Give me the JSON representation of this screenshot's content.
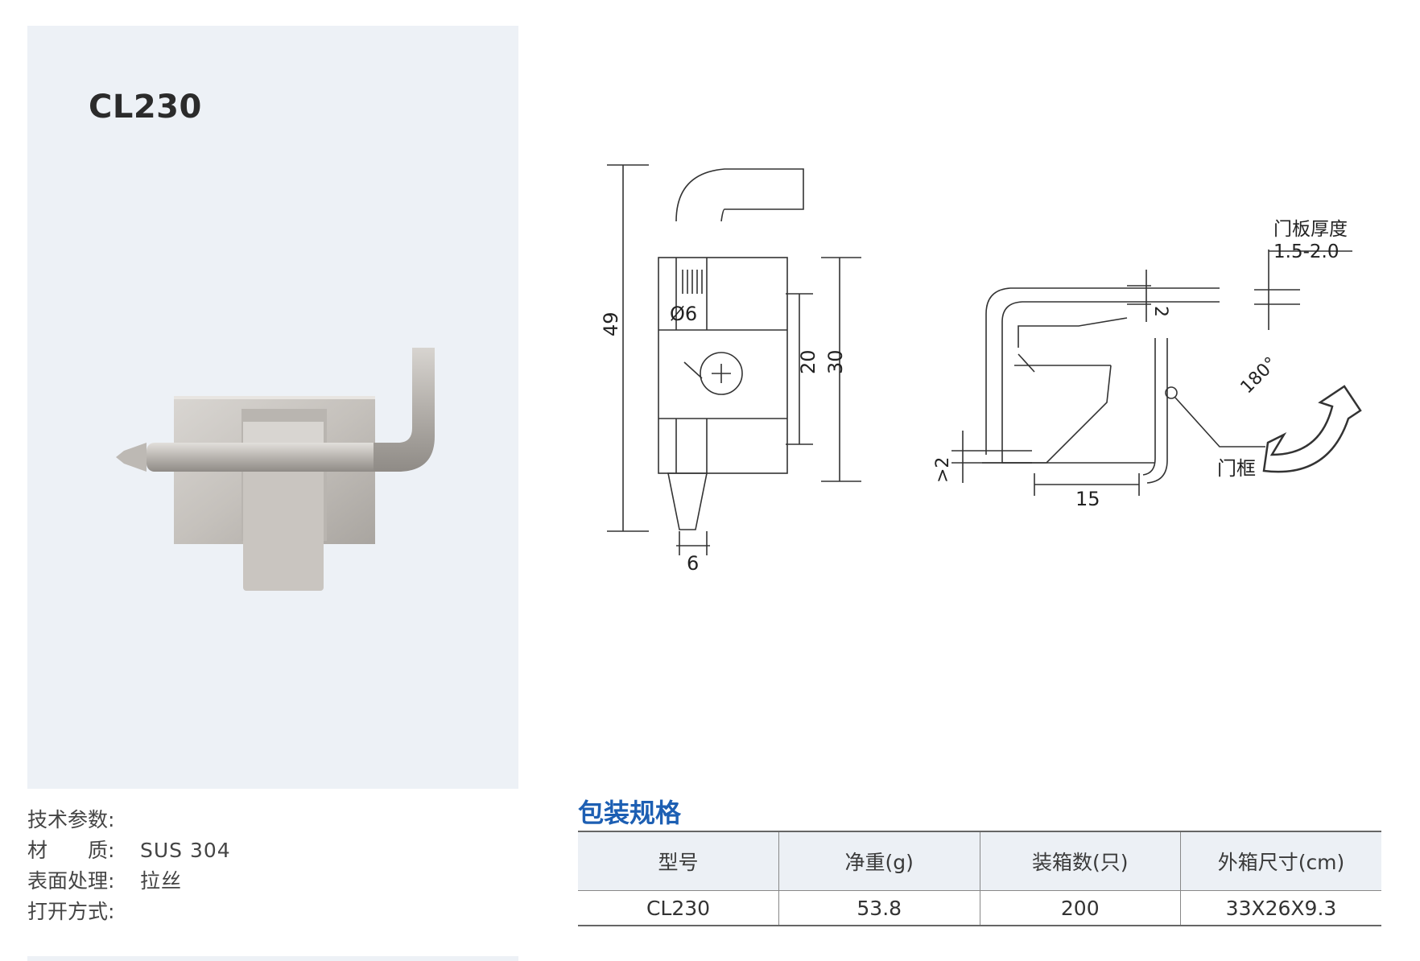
{
  "product": {
    "model": "CL230"
  },
  "specs": {
    "heading": "技术参数:",
    "rows": [
      {
        "label": "材　　质:",
        "value": "SUS 304"
      },
      {
        "label": "表面处理:",
        "value": "拉丝"
      },
      {
        "label": "打开方式:",
        "value": ""
      }
    ]
  },
  "drawing": {
    "dims": {
      "overall_height": "49",
      "hole": "Ø6",
      "width": "6",
      "inner": "20",
      "outer": "30",
      "gap_top": "2",
      "gap_bottom": ">2",
      "offset": "15",
      "angle": "180°"
    },
    "labels": {
      "door_thickness": "门板厚度",
      "door_thickness_range": "1.5-2.0",
      "door_frame": "门框"
    }
  },
  "packaging": {
    "title": "包装规格",
    "headers": [
      "型号",
      "净重(g)",
      "装箱数(只)",
      "外箱尺寸(cm)"
    ],
    "row": [
      "CL230",
      "53.8",
      "200",
      "33X26X9.3"
    ]
  }
}
